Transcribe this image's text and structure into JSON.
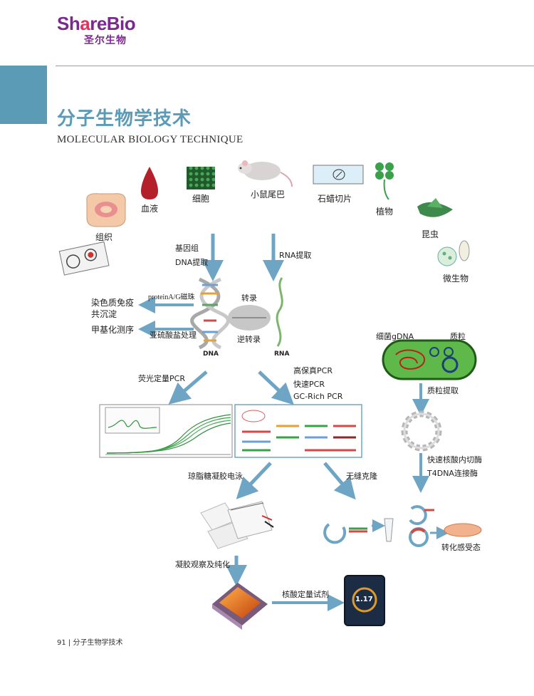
{
  "header": {
    "logo_prefix": "Sh",
    "logo_accent": "a",
    "logo_suffix": "reBio",
    "logo_cn": "圣尔生物"
  },
  "title": {
    "cn": "分子生物学技术",
    "en": "MOLECULAR BIOLOGY TECHNIQUE"
  },
  "samples": {
    "blood": "血液",
    "cells": "细胞",
    "mouse_tail": "小鼠尾巴",
    "paraffin": "石蜡切片",
    "plant": "植物",
    "tissue": "组织",
    "insect": "昆虫",
    "microbe": "微生物"
  },
  "extraction": {
    "genome_line1": "基因组",
    "genome_line2": "DNA提取",
    "rna": "RNA提取",
    "dna_label": "DNA",
    "rna_label": "RNA",
    "transcribe": "转录",
    "reverse_transcribe": "逆转录"
  },
  "dna_apps": {
    "chip_line1": "染色质免疫",
    "chip_line2": "共沉淀",
    "beads": "proteinA/G磁珠",
    "methylation": "甲基化测序",
    "bisulfite": "亚硫酸盐处理"
  },
  "plasmid": {
    "bacteria_gdna": "细菌gDNA",
    "plasmid": "质粒",
    "plasmid_extraction": "质粒提取",
    "enzyme_line1": "快速核酸内切酶",
    "enzyme_line2": "T4DNA连接酶"
  },
  "pcr": {
    "qpcr": "荧光定量PCR",
    "hifi": "高保真PCR",
    "fast": "快速PCR",
    "gc_rich": "GC-Rich PCR"
  },
  "downstream": {
    "gel": "琼脂糖凝胶电泳",
    "seamless": "无缝克隆",
    "transform": "转化感受态",
    "gel_view": "凝胶观察及纯化",
    "quant": "核酸定量试剂",
    "quant_value": "1.17"
  },
  "footer": {
    "page": "91",
    "sep": "|",
    "section": "分子生物学技术"
  },
  "colors": {
    "brand_purple": "#7a2a8c",
    "brand_pink": "#e3325c",
    "accent_blue": "#5b9bb6",
    "arrow": "#6fa5c4"
  }
}
